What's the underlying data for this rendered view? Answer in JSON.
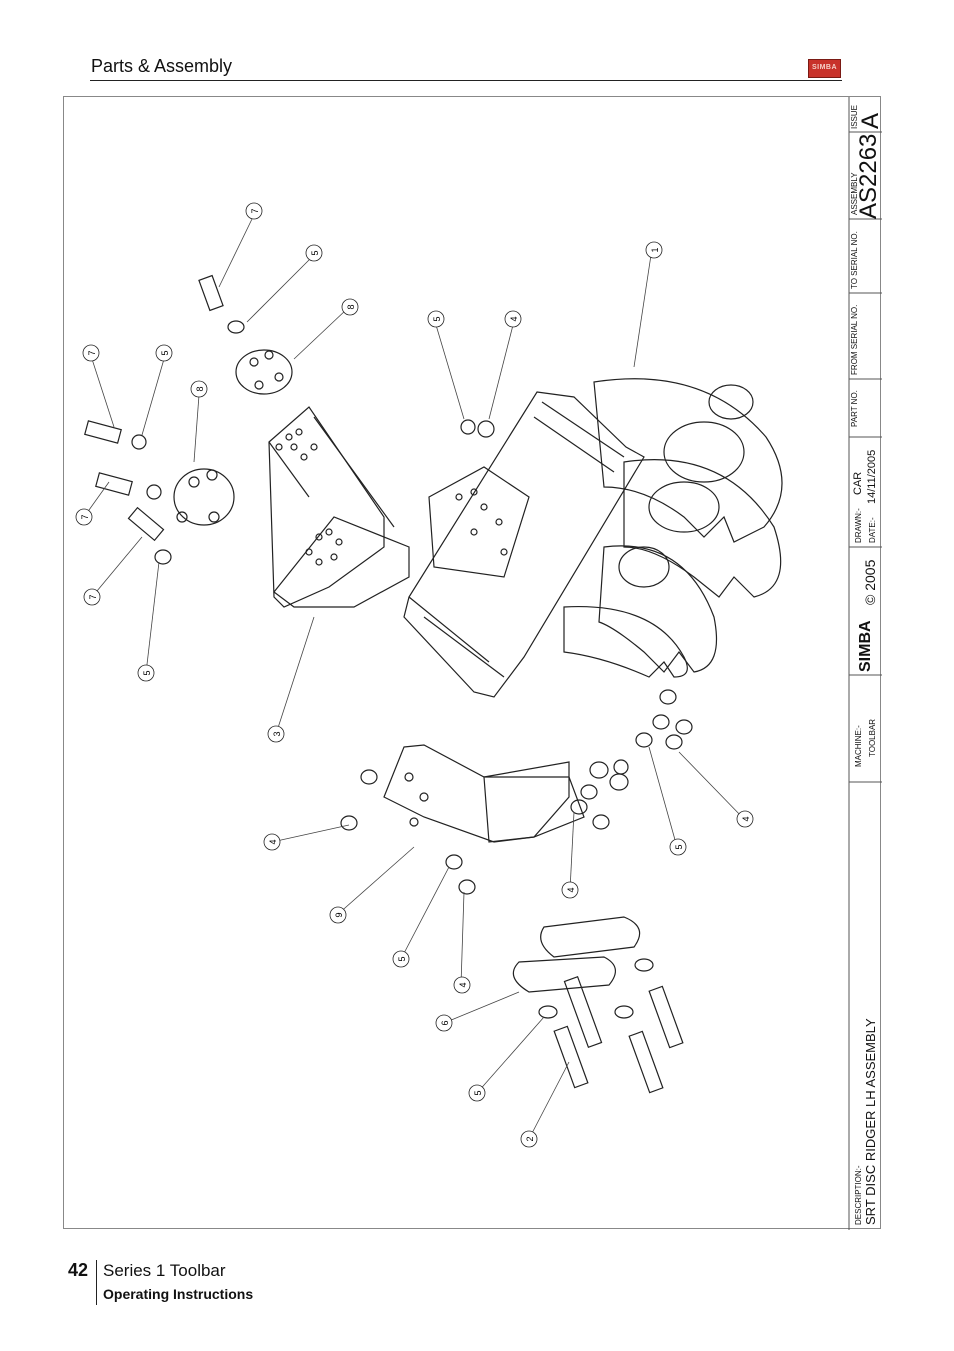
{
  "header": {
    "title": "Parts & Assembly",
    "logo_text": "SIMBA"
  },
  "title_block": {
    "issue_label": "ISSUE",
    "issue_value": "A",
    "assembly_label": "ASSEMBLY",
    "assembly_value": "AS2263",
    "to_serial_label": "TO SERIAL NO.",
    "from_serial_label": "FROM SERIAL NO.",
    "part_no_label": "PART NO.",
    "drawn_label": "DRAWN:-",
    "drawn_value": "CAR",
    "date_label": "DATE:-",
    "date_value": "14/11/2005",
    "copyright": "© 2005",
    "brand": "SIMBA",
    "machine_label": "MACHINE:-",
    "machine_value": "TOOLBAR",
    "description_label": "DESCRIPTION:-",
    "description_value": "SRT DISC RIDGER LH ASSEMBLY"
  },
  "callouts": [
    "7",
    "5",
    "1",
    "8",
    "5",
    "4",
    "7",
    "5",
    "8",
    "7",
    "7",
    "5",
    "3",
    "4",
    "9",
    "5",
    "4",
    "6",
    "5",
    "2",
    "4",
    "5",
    "4"
  ],
  "footer": {
    "page_number": "42",
    "series": "Series 1 Toolbar",
    "subtitle": "Operating Instructions"
  }
}
